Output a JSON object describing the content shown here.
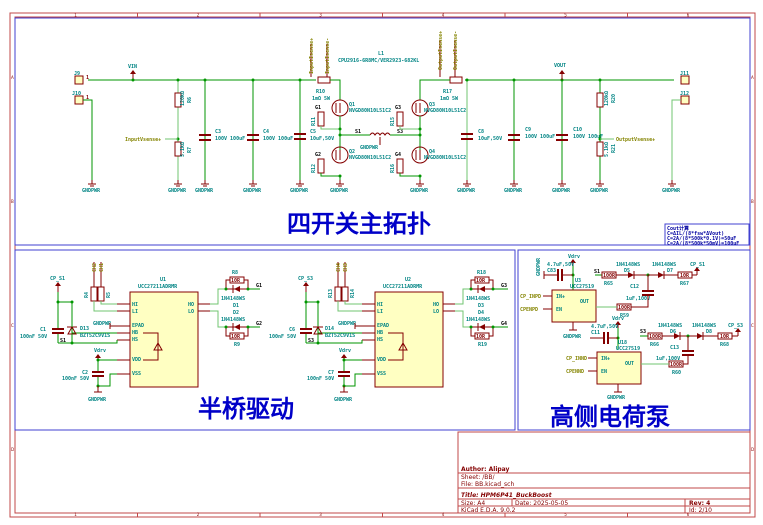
{
  "sheet": {
    "frame_columns": [
      "1",
      "2",
      "3",
      "4",
      "5",
      "6"
    ],
    "frame_rows": [
      "A",
      "B",
      "C",
      "D"
    ],
    "border_color": "#c04848",
    "wire_color": "#009600",
    "component_color": "#840000",
    "label_color": "#008484",
    "heading_color": "#0000c8"
  },
  "sections": {
    "four_switch": "四开关主拓扑",
    "half_bridge": "半桥驱动",
    "charge_pump": "高侧电荷泵"
  },
  "power_stage": {
    "connectors": {
      "j9": "J9",
      "j10": "J10",
      "j11": "J11",
      "j12": "J12",
      "pin": "1"
    },
    "nets": {
      "vin": "VIN",
      "vout": "VOUT",
      "gnd": "GNDPWR",
      "s1": "S1",
      "s3": "S3",
      "g1": "G1",
      "g2": "G2",
      "g3": "G3",
      "g4": "G4"
    },
    "r6": {
      "ref": "R6",
      "value": "120kΩ"
    },
    "r7": {
      "ref": "R7",
      "value": "5.1kΩ"
    },
    "r20": {
      "ref": "R20",
      "value": "120kΩ"
    },
    "r21": {
      "ref": "R21",
      "value": "5.1kΩ"
    },
    "c3": {
      "ref": "C3",
      "value": "100V 100uF"
    },
    "c4": {
      "ref": "C4",
      "value": "100V 100uF"
    },
    "c5": {
      "ref": "C5",
      "value": "10uF,50V"
    },
    "c8": {
      "ref": "C8",
      "value": "10uF,50V"
    },
    "c9": {
      "ref": "C9",
      "value": "100V 100uF"
    },
    "c10": {
      "ref": "C10",
      "value": "100V 100uF"
    },
    "r10": {
      "ref": "R10",
      "value": "1mΩ 5W"
    },
    "r17": {
      "ref": "R17",
      "value": "1mΩ 5W"
    },
    "r11": {
      "ref": "R11",
      "value": "100kΩ"
    },
    "r12": {
      "ref": "R12",
      "value": "100kΩ"
    },
    "r15": {
      "ref": "R15",
      "value": "100kΩ"
    },
    "r16": {
      "ref": "R16",
      "value": "100kΩ"
    },
    "l1": {
      "ref": "L1",
      "value": "CPU2916-6R8MC/VER2923-682KL"
    },
    "q1": {
      "ref": "Q1",
      "value": "NVGD80N10L51C2"
    },
    "q2": {
      "ref": "Q2",
      "value": "NVGD80N10L51C2"
    },
    "q3": {
      "ref": "Q3",
      "value": "NVGD80N10L51C2"
    },
    "q4": {
      "ref": "Q4",
      "value": "NVGD80N10L51C2"
    },
    "labels": {
      "input_vsense": "InputVsense+",
      "output_vsense": "OutputVsense+",
      "input_isense_p": "InputIsense+",
      "input_isense_n": "InputIsense-",
      "output_isense_p": "OutputIsense+",
      "output_isense_n": "OutputIsense-"
    },
    "note": {
      "title": "Cout计算",
      "line1": "C=ΔIL/(8*fsw*ΔVout)",
      "line2": "C=2A/(8*500k*0.1V)=50uF",
      "line3": "C=2A/(8*500k*50mV)=100uF"
    }
  },
  "driver1": {
    "ref": "U1",
    "part": "UCC27211ADRMR",
    "pins": {
      "hi": "HI",
      "li": "LI",
      "epad": "EPAD",
      "hb": "HB",
      "hs": "HS",
      "vdd": "VDD",
      "vss": "VSS",
      "ho": "HO",
      "lo": "LO"
    },
    "pin_nums": {
      "hi": "5",
      "li": "6",
      "epad": "9",
      "hb": "2",
      "hs": "4",
      "vdd": "1",
      "vss": "7",
      "ho": "3",
      "lo": "8"
    },
    "inputs": {
      "a": "CH2",
      "b": "CH1"
    },
    "r4": "R4",
    "r5": "R5",
    "r_value": "100R",
    "cp": "CP_S1",
    "c1": {
      "ref": "C1",
      "value": "100nF 50V"
    },
    "d13": {
      "ref": "D13",
      "value": "BZT52C9V1S"
    },
    "c2": {
      "ref": "C2",
      "value": "100nF 50V"
    },
    "vdrv": "Vdrv",
    "gnd": "GNDPWR",
    "s": "S1",
    "d1": "D1",
    "d2": "D2",
    "diode": "1N4148WS",
    "r8": {
      "ref": "R8",
      "value": "10R"
    },
    "r9": {
      "ref": "R9",
      "value": "10R"
    },
    "g_hi": "G1",
    "g_lo": "G2"
  },
  "driver2": {
    "ref": "U2",
    "part": "UCC27211ADRMR",
    "inputs": {
      "a": "CH4",
      "b": "CH3"
    },
    "r13": "R13",
    "r14": "R14",
    "r_value": "100R",
    "cp": "CP_S3",
    "c6": {
      "ref": "C6",
      "value": "100nF 50V"
    },
    "d14": {
      "ref": "D14",
      "value": "BZT52C9V1S"
    },
    "c7": {
      "ref": "C7",
      "value": "100nF 50V"
    },
    "vdrv": "Vdrv",
    "gnd": "GNDPWR",
    "s": "S3",
    "d3": "D3",
    "d4": "D4",
    "diode": "1N4148WS",
    "r18": {
      "ref": "R18",
      "value": "10R"
    },
    "r19": {
      "ref": "R19",
      "value": "10R"
    },
    "g_hi": "G3",
    "g_lo": "G4"
  },
  "pump": {
    "u3": {
      "ref": "U3",
      "part": "UCC27519"
    },
    "u18": {
      "ref": "U18",
      "part": "UCC27519"
    },
    "pins": {
      "inp": "IN+",
      "en": "EN",
      "out": "OUT",
      "vdd": "Vdd",
      "gnd": "GND"
    },
    "vdrv": "Vdrv",
    "gnd": "GNDPWR",
    "c83": {
      "ref": "C83",
      "value": "4.7uF,50V"
    },
    "c11": {
      "ref": "C11",
      "value": "4.7uF,50V"
    },
    "c12": {
      "ref": "C12",
      "value": "1uF,100V"
    },
    "c13": {
      "ref": "C13",
      "value": "1uF,100V"
    },
    "in1": "CP_INPD",
    "en1": "CPENPD",
    "in2": "CP_INND",
    "en2": "CPENND",
    "r65": {
      "ref": "R65",
      "value": "100R"
    },
    "r67": {
      "ref": "R67",
      "value": "10R"
    },
    "r59": {
      "ref": "R59",
      "value": "100R"
    },
    "r66": {
      "ref": "R66",
      "value": "100R"
    },
    "r68": {
      "ref": "R68",
      "value": "10R"
    },
    "r60": {
      "ref": "R60",
      "value": "100R"
    },
    "d5": "D5",
    "d6": "D6",
    "d7": "D7",
    "d8": "D8",
    "diode": "1N4148WS",
    "s1": "S1",
    "s3": "S3",
    "cp1": "CP_S1",
    "cp3": "CP_S3"
  },
  "title_block": {
    "author": "Author: Alipay",
    "sheet": "Sheet: /BB/",
    "file": "File: BB.kicad_sch",
    "title": "Title: HPM6P41_BuckBoost",
    "size": "Size: A4",
    "date": "Date: 2025-05-05",
    "rev": "Rev: 4",
    "tool": "KiCad E.D.A. 9.0.2",
    "id": "Id: 2/10"
  }
}
